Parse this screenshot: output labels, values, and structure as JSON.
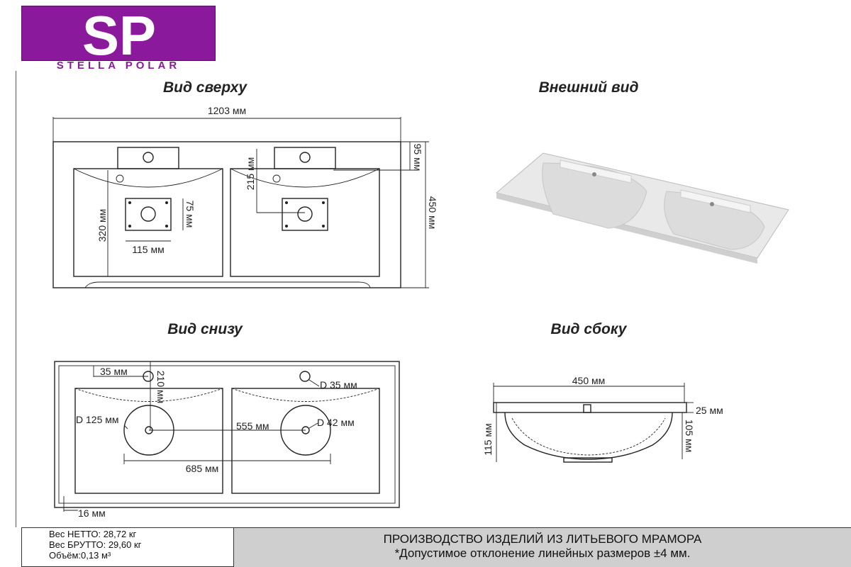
{
  "logo": {
    "letters": "SP",
    "brand": "STELLA POLAR",
    "bg_color": "#8a1a9b"
  },
  "views": {
    "top": "Вид сверху",
    "external": "Внешний вид",
    "bottom": "Вид снизу",
    "side": "Вид сбоку"
  },
  "top_dims": {
    "width": "1203 мм",
    "d95": "95 мм",
    "d450": "450 мм",
    "d215": "215 мм",
    "d320": "320 мм",
    "d75": "75 мм",
    "d115": "115 мм"
  },
  "bottom_dims": {
    "d35": "35 мм",
    "d210": "210 мм",
    "dia35": "D 35 мм",
    "dia125": "D 125 мм",
    "d555": "555 мм",
    "dia42": "D 42 мм",
    "d685": "685 мм",
    "d16": "16 мм"
  },
  "side_dims": {
    "d450": "450 мм",
    "d25": "25 мм",
    "d115": "115 мм",
    "d105": "105 мм"
  },
  "footer": {
    "net": "Вес НЕТТО: 28,72 кг",
    "gross": "Вес БРУТТО: 29,60 кг",
    "volume": "Объём:0,13 м³",
    "production": "ПРОИЗВОДСТВО ИЗДЕЛИЙ ИЗ ЛИТЬЕВОГО МРАМОРА",
    "tolerance": "*Допустимое отклонение линейных размеров ±4 мм."
  }
}
